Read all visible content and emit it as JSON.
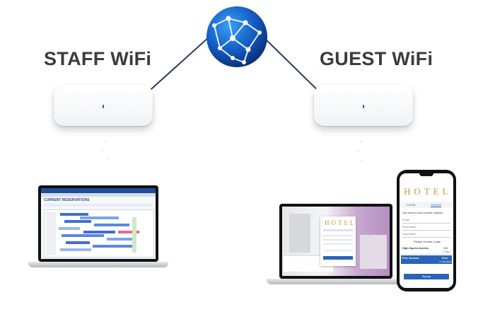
{
  "diagram": {
    "staff_label": "STAFF WiFi",
    "guest_label": "GUEST WiFi",
    "globe_icon": "globe-network-icon"
  },
  "staff_laptop": {
    "title": "CURRENT RESERVATIONS"
  },
  "guest_laptop": {
    "brand": "HOTEL"
  },
  "phone": {
    "brand": "HOTEL",
    "tab_login": "LOGIN",
    "tab_signup": "SIGNUP",
    "prompt": "Last name & room number required",
    "fields": [
      "Email",
      "First Name",
      "Last name"
    ],
    "plan_prompt": "Please choose a plan",
    "plans": [
      {
        "name": "High Speed Access",
        "price": "1 $",
        "duration": "7 days"
      },
      {
        "name": "Free Access",
        "price": "Free",
        "duration": "3 Minutes"
      }
    ],
    "signup_button": "Signup"
  }
}
